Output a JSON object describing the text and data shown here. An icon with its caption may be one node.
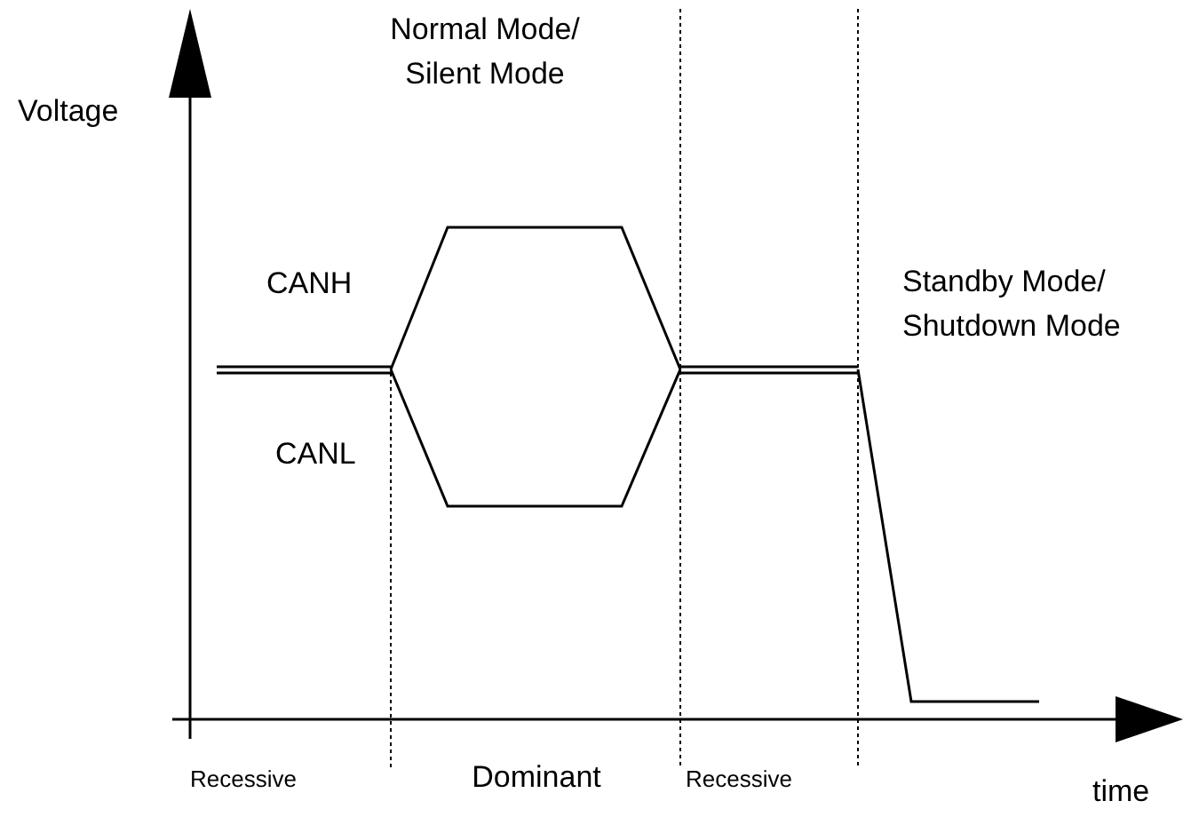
{
  "diagram": {
    "labels": [
      "Voltage",
      "Normal Mode/ Silent Mode",
      "CANH",
      "CANL",
      "Standby Mode/ Shutdown Mode",
      "Recessive",
      "Dominant",
      "Recessive",
      "time"
    ]
  }
}
